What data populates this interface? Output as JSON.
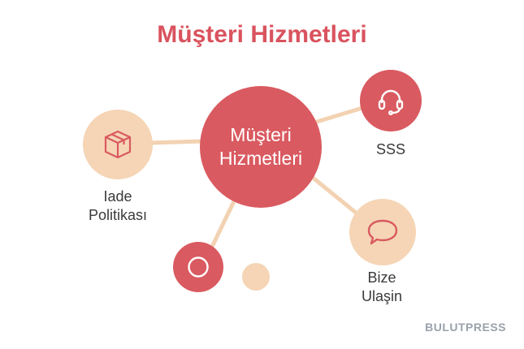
{
  "title": "Müşteri Hizmetleri",
  "hub": {
    "line1": "Müşteri",
    "line2": "Hizmetleri"
  },
  "nodes": {
    "return_policy": {
      "line1": "Iade",
      "line2": "Politikası",
      "icon": "package-icon"
    },
    "faq": {
      "label": "SSS",
      "icon": "headset-icon"
    },
    "contact": {
      "line1": "Bize",
      "line2": "Ulaşin",
      "icon": "chat-bubble-icon"
    },
    "extra_red": {
      "icon": "circle-outline-icon"
    }
  },
  "brand": "BULUTPRESS",
  "colors": {
    "red": "#d95a60",
    "peach": "#f5d5b5",
    "link": "#f2d2b2",
    "title": "#d9535e"
  }
}
